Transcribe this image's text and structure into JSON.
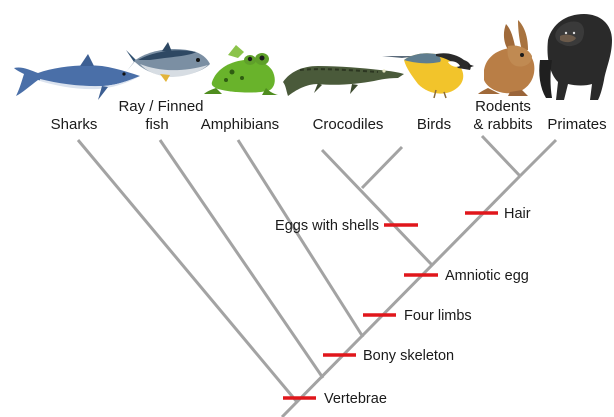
{
  "taxa": [
    {
      "key": "sharks",
      "label": "Sharks",
      "icon": "shark-icon"
    },
    {
      "key": "rayfin",
      "line1": "Ray / Finned",
      "line2": "fish",
      "icon": "tuna-icon"
    },
    {
      "key": "amphibians",
      "label": "Amphibians",
      "icon": "frog-icon"
    },
    {
      "key": "crocodiles",
      "label": "Crocodiles",
      "icon": "crocodile-icon"
    },
    {
      "key": "birds",
      "label": "Birds",
      "icon": "bird-icon"
    },
    {
      "key": "rodents",
      "line1": "Rodents",
      "line2": "& rabbits",
      "icon": "rabbit-icon"
    },
    {
      "key": "primates",
      "label": "Primates",
      "icon": "chimpanzee-icon"
    }
  ],
  "traits": [
    {
      "key": "vertebrae",
      "label": "Vertebrae"
    },
    {
      "key": "bony",
      "label": "Bony skeleton"
    },
    {
      "key": "limbs",
      "label": "Four limbs"
    },
    {
      "key": "amniotic",
      "label": "Amniotic egg"
    },
    {
      "key": "hair",
      "label": "Hair"
    },
    {
      "key": "eggs_shells",
      "label": "Eggs with shells"
    }
  ],
  "colors": {
    "branch": "#a3a3a3",
    "trait_mark": "#e0161b",
    "text": "#1a1a1a"
  }
}
